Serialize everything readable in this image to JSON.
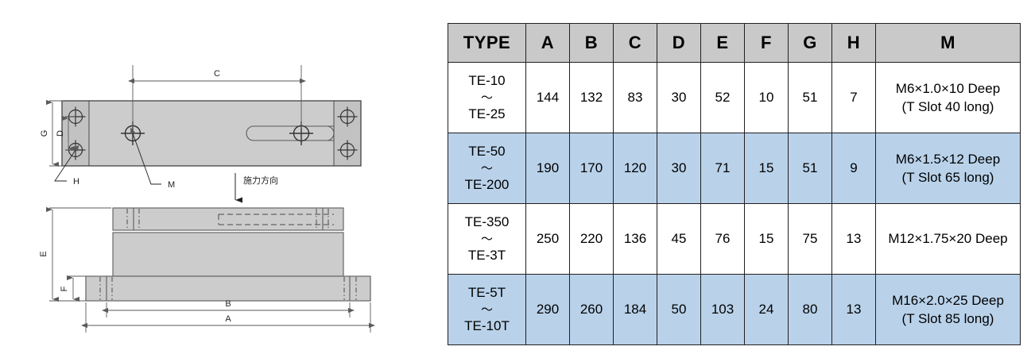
{
  "drawing": {
    "top_view": {
      "dimension_labels": [
        "C",
        "G",
        "D"
      ],
      "leader_labels": [
        "H",
        "M"
      ],
      "hole_count": 4,
      "center_hole_label": "M",
      "slot_name": "t-slot"
    },
    "front_view": {
      "dimension_labels": [
        "E",
        "F",
        "B",
        "A"
      ]
    },
    "force_direction_note": "施力方向"
  },
  "table": {
    "headers": [
      "TYPE",
      "A",
      "B",
      "C",
      "D",
      "E",
      "F",
      "G",
      "H",
      "M"
    ],
    "tilde": "～",
    "rows": [
      {
        "type_from": "TE-10",
        "type_to": "TE-25",
        "A": "144",
        "B": "132",
        "C": "83",
        "D": "30",
        "E": "52",
        "F": "10",
        "G": "51",
        "H": "7",
        "M": "M6×1.0×10 Deep\n(T Slot 40 long)",
        "highlight": false
      },
      {
        "type_from": "TE-50",
        "type_to": "TE-200",
        "A": "190",
        "B": "170",
        "C": "120",
        "D": "30",
        "E": "71",
        "F": "15",
        "G": "51",
        "H": "9",
        "M": "M6×1.5×12 Deep\n(T Slot 65 long)",
        "highlight": true
      },
      {
        "type_from": "TE-350",
        "type_to": "TE-3T",
        "A": "250",
        "B": "220",
        "C": "136",
        "D": "45",
        "E": "76",
        "F": "15",
        "G": "75",
        "H": "13",
        "M": "M12×1.75×20 Deep",
        "highlight": false
      },
      {
        "type_from": "TE-5T",
        "type_to": "TE-10T",
        "A": "290",
        "B": "260",
        "C": "184",
        "D": "50",
        "E": "103",
        "F": "24",
        "G": "80",
        "H": "13",
        "M": "M16×2.0×25 Deep\n(T Slot 85 long)",
        "highlight": true
      }
    ]
  },
  "colors": {
    "header_gray": "#c9c9c9",
    "row_blue": "#b9d2ea",
    "body_fill": "#cccccc",
    "line": "#231f20"
  }
}
